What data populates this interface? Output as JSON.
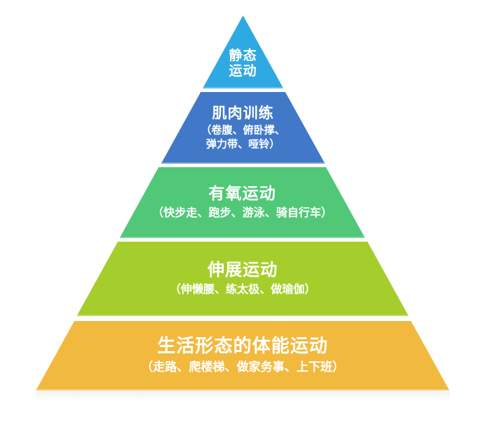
{
  "pyramid": {
    "description": "exercise-pyramid-diagram",
    "text_color": "#ffffff",
    "levels": [
      {
        "id": "static-exercise",
        "title": "静态\n运动",
        "sub": "",
        "color": "#2FA9E1"
      },
      {
        "id": "muscle-training",
        "title": "肌肉训练",
        "sub": "（卷腹、俯卧撑、\n弹力带、哑铃）",
        "color": "#4179C8"
      },
      {
        "id": "aerobic-exercise",
        "title": "有氧运动",
        "sub": "（快步走、跑步、游泳、骑自行车）",
        "color": "#50C878"
      },
      {
        "id": "stretching-exercise",
        "title": "伸展运动",
        "sub": "（伸懒腰、练太极、做瑜伽）",
        "color": "#A5CE2C"
      },
      {
        "id": "lifestyle-physical-activity",
        "title": "生活形态的体能运动",
        "sub": "（走路、爬楼梯、做家务事、上下班）",
        "color": "#F2B93F"
      }
    ]
  }
}
